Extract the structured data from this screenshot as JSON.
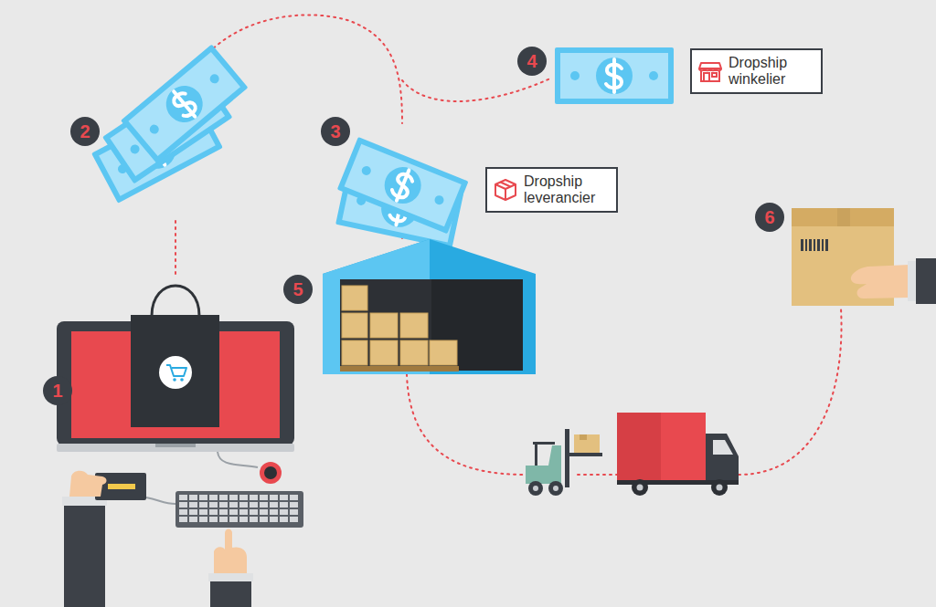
{
  "diagram": {
    "nodes": [
      {
        "text": [
          "Dropship winkelier"
        ]
      },
      {
        "text": [
          "Dropship leverancier"
        ]
      }
    ],
    "labels": [
      "1",
      "2",
      "3",
      "4",
      "5",
      "6"
    ]
  }
}
